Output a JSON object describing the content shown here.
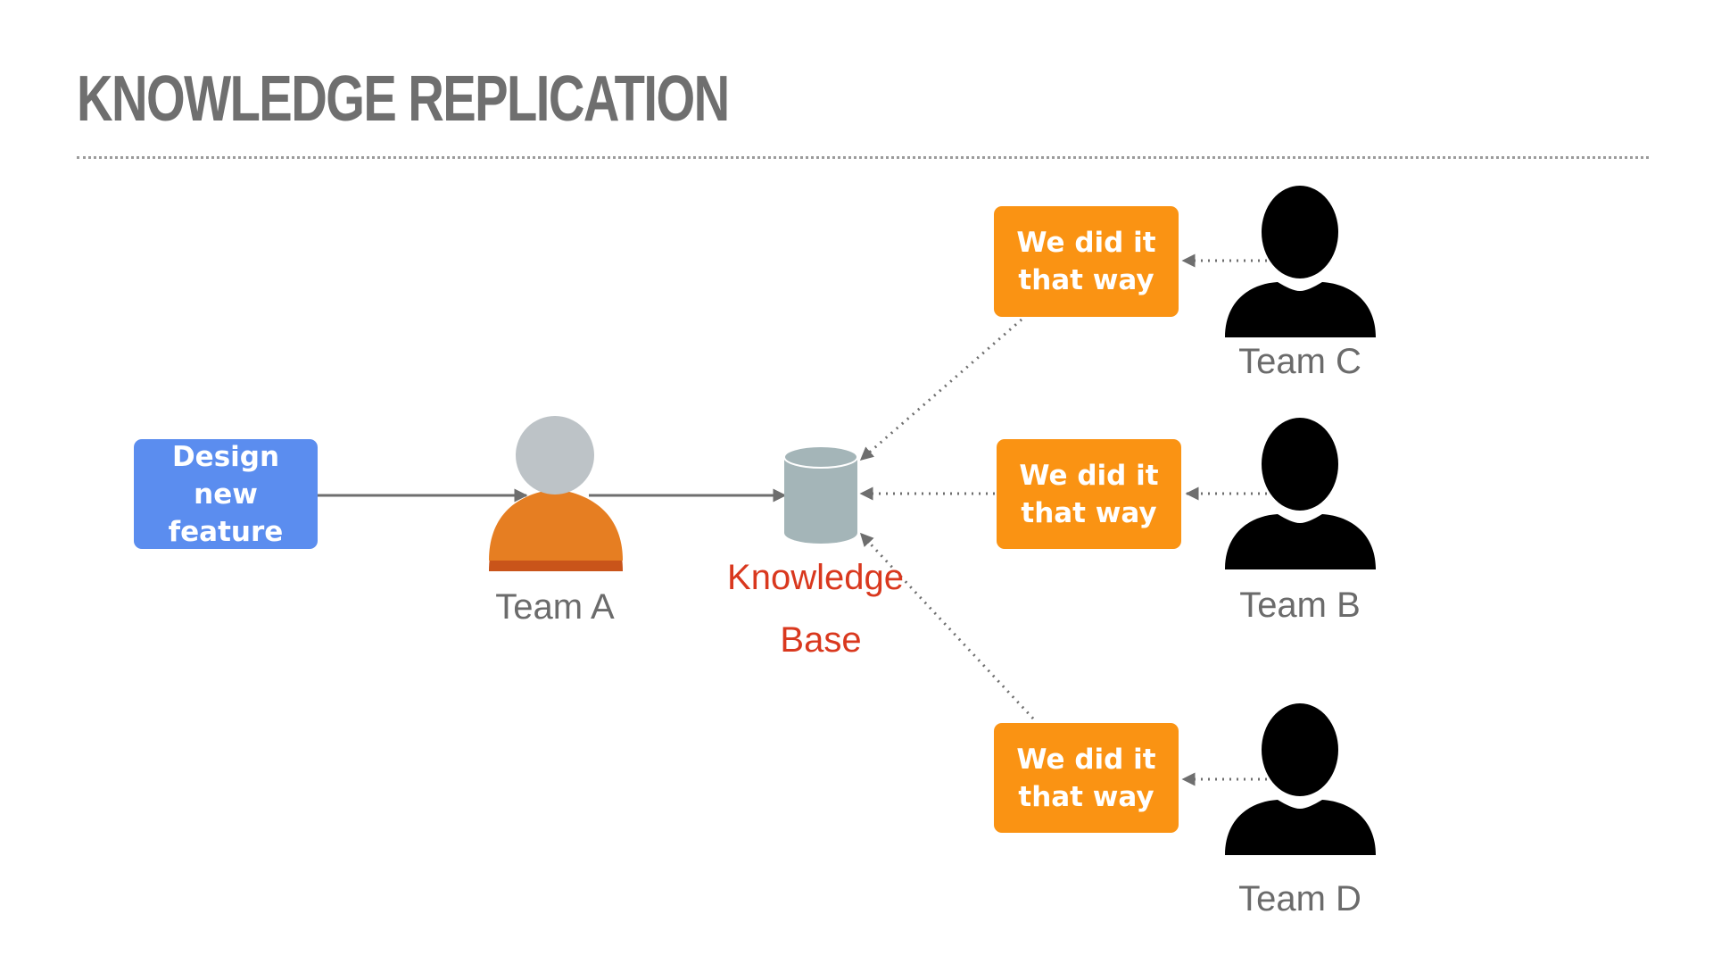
{
  "slide": {
    "title": "KNOWLEDGE REPLICATION"
  },
  "nodes": {
    "design_box": {
      "label": "Design new feature"
    },
    "team_a": {
      "label": "Team A"
    },
    "knowledge_base": {
      "line1": "Knowledge",
      "line2": "Base"
    },
    "team_c": {
      "label": "Team C",
      "quote": "We did it that way"
    },
    "team_b": {
      "label": "Team B",
      "quote": "We did it that way"
    },
    "team_d": {
      "label": "Team D",
      "quote": "We did it that way"
    }
  },
  "icons": {
    "team_a": "person-icon",
    "others": "person-silhouette-icon",
    "knowledge_base": "database-cylinder-icon"
  },
  "colors": {
    "title": "#6f6f6f",
    "design_box": "#5b8def",
    "quote_box": "#fa9313",
    "team_a_body": "#e67e22",
    "team_a_body_edge": "#c9541a",
    "team_a_head": "#bdc3c7",
    "silhouette": "#000000",
    "database": "#a4b5b8",
    "kb_label": "#d9381e",
    "team_label": "#6b6b6b",
    "arrow": "#6e6e6e"
  }
}
